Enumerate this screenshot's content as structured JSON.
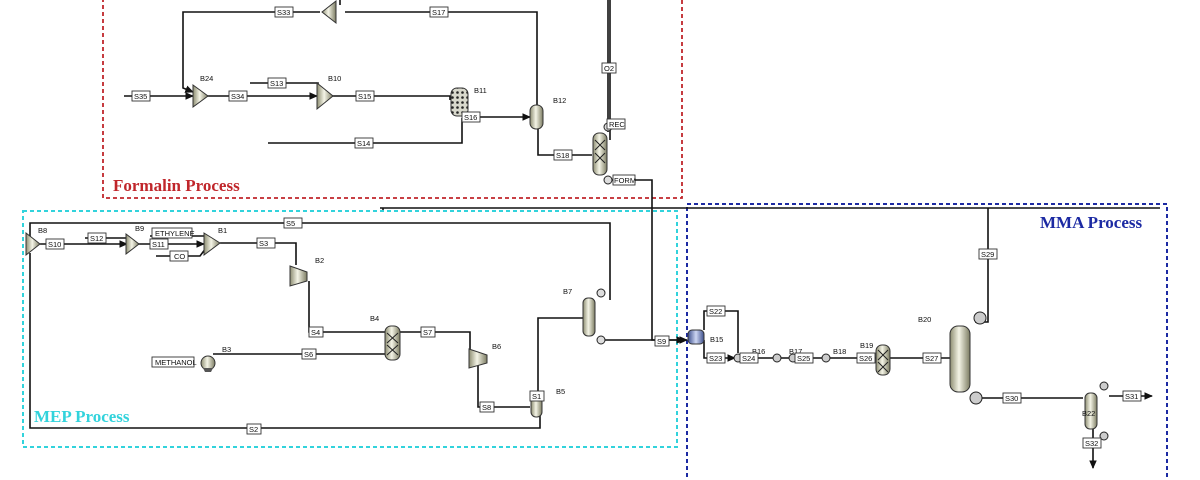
{
  "regions": [
    {
      "id": "formalin",
      "title": "Formalin Process",
      "color": "#c0262b"
    },
    {
      "id": "mep",
      "title": "MEP Process",
      "color": "#32d3dc"
    },
    {
      "id": "mma",
      "title": "MMA Process",
      "color": "#1c2aa3"
    }
  ],
  "streams": [
    "S35",
    "S34",
    "S13",
    "S15",
    "S16",
    "S14",
    "S17",
    "S33",
    "O2",
    "S18",
    "REC",
    "FORM",
    "S10",
    "S12",
    "S11",
    "ETHYLENE",
    "CO",
    "S3",
    "S5",
    "S4",
    "S6",
    "METHANOL",
    "S7",
    "S8",
    "S1",
    "S2",
    "S9",
    "S22",
    "S23",
    "S24",
    "S25",
    "S26",
    "S27",
    "S29",
    "S30",
    "S31",
    "S32"
  ],
  "blocks": [
    "B24",
    "B10",
    "B11",
    "B12",
    "B8",
    "B9",
    "B1",
    "B2",
    "B3",
    "B4",
    "B6",
    "B7",
    "B5",
    "B15",
    "B16",
    "B17",
    "B18",
    "B19",
    "B20",
    "B22"
  ]
}
